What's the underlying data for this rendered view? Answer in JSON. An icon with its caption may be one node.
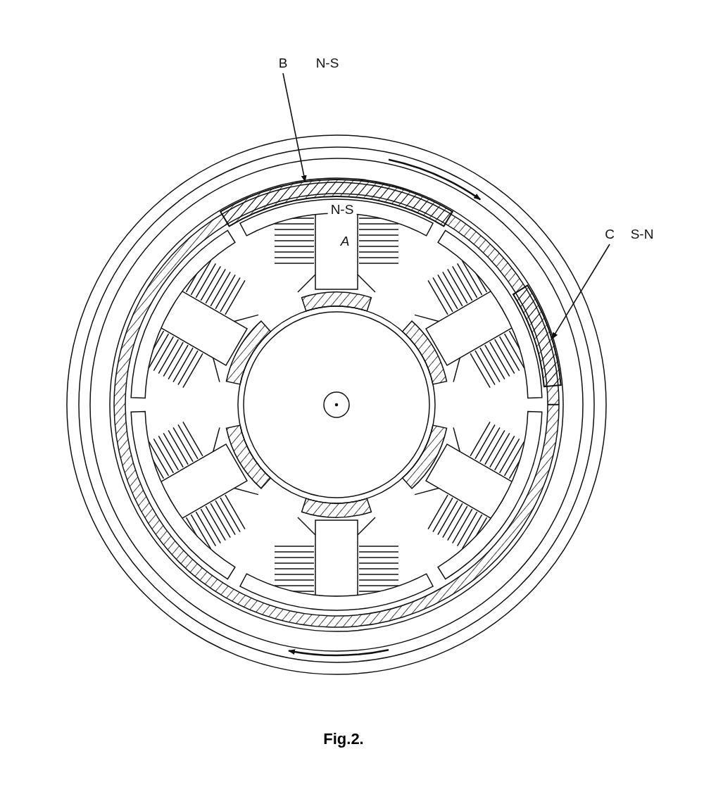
{
  "diagram": {
    "caption": "Fig.2.",
    "nodes": [
      {
        "text": [
          "B"
        ]
      },
      {
        "text": [],
        "shape": "bar"
      },
      {
        "text": [
          "C"
        ]
      },
      {
        "text": [],
        "shape": "bar"
      }
    ],
    "edges": [
      {
        "from": 0,
        "to": 1,
        "arrow": "to"
      },
      {
        "from": 2,
        "to": 3,
        "arrow": "to"
      }
    ],
    "labels": [
      "N-S",
      "N-S",
      "A",
      "S-N"
    ]
  }
}
